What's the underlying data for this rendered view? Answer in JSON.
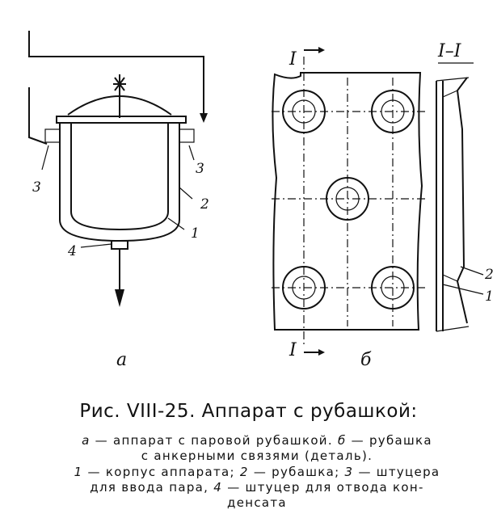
{
  "labels": {
    "n1": "1",
    "n2": "2",
    "n3": "3",
    "n4": "4",
    "sub_a": "а",
    "sub_b": "б",
    "section_mark": "I",
    "section_title": "I–I"
  },
  "caption": {
    "title": "Рис. VIII-25. Аппарат с рубашкой:",
    "line1_a": "а",
    "line1_a_text": " — аппарат с паровой рубашкой. ",
    "line1_b": "б",
    "line1_b_text": " — рубашка",
    "line2": "с анкерными связями (деталь).",
    "line3_n1": "1",
    "line3_t1": " — корпус аппарата; ",
    "line3_n2": "2",
    "line3_t2": " — рубашка; ",
    "line3_n3": "3",
    "line3_t3": " — штуцера",
    "line4_t1": "для ввода пара, ",
    "line4_n4": "4",
    "line4_t2": " — штуцер для отвода кон-",
    "line5": "денсата"
  }
}
